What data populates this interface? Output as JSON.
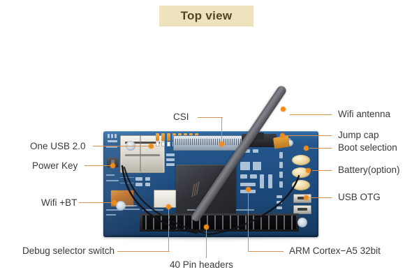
{
  "page": {
    "title": "Top view",
    "subject": "single-board-computer-top-view-annotated-photo",
    "background_color": "#ffffff"
  },
  "banner": {
    "label": "Top view",
    "background_color": "#ede4bd",
    "text_color": "#4d4526"
  },
  "style": {
    "leader_line_color": "#d4914f",
    "marker_dot_color": "#f08c1e",
    "label_text_color": "#3a3a3a",
    "pcb_color": "#1d4a7c"
  },
  "annotations": {
    "left": [
      {
        "id": "usb20",
        "label": "One USB 2.0"
      },
      {
        "id": "power",
        "label": "Power Key"
      },
      {
        "id": "wifibt",
        "label": "Wifi +BT"
      }
    ],
    "top": [
      {
        "id": "csi",
        "label": "CSI"
      }
    ],
    "right": [
      {
        "id": "antenna",
        "label": "Wifi antenna"
      },
      {
        "id": "jumpcap",
        "label": "Jump cap"
      },
      {
        "id": "boot",
        "label": "Boot selection"
      },
      {
        "id": "battery",
        "label": "Battery(option)"
      },
      {
        "id": "usbotg",
        "label": "USB OTG"
      }
    ],
    "bottom": [
      {
        "id": "debug",
        "label": "Debug selector switch"
      },
      {
        "id": "pin40",
        "label": "40 Pin headers"
      },
      {
        "id": "soc",
        "label": "ARM Cortex−A5 32bit"
      }
    ]
  }
}
